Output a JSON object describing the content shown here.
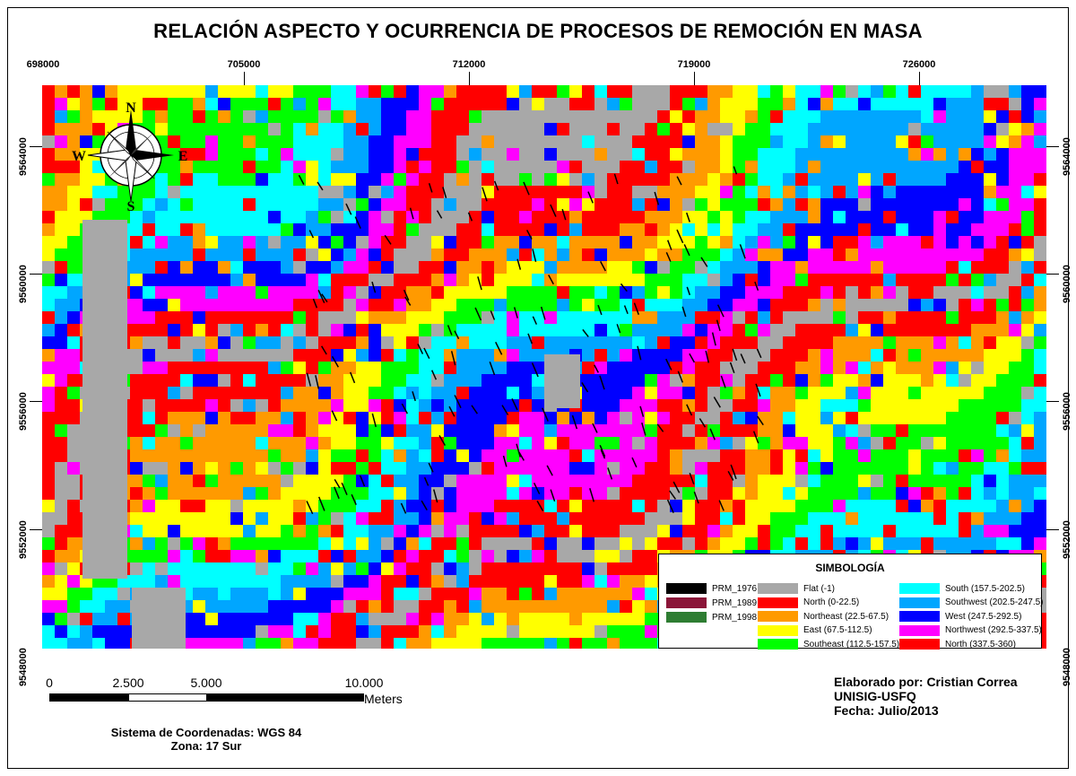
{
  "title": "RELACIÓN ASPECTO Y OCURRENCIA DE PROCESOS DE REMOCIÓN EN MASA",
  "x_ticks": [
    "698000",
    "705000",
    "712000",
    "719000",
    "726000"
  ],
  "y_ticks": [
    "9564000",
    "9560000",
    "9556000",
    "9552000",
    "9548000"
  ],
  "compass": {
    "n": "N",
    "s": "S",
    "e": "E",
    "w": "W"
  },
  "legend": {
    "title": "SIMBOLOGÍA",
    "prm": [
      {
        "label": "PRM_1976",
        "color": "#000000"
      },
      {
        "label": "PRM_1989",
        "color": "#8b1538"
      },
      {
        "label": "PRM_1998",
        "color": "#2e7d32"
      }
    ],
    "aspect_col1": [
      {
        "label": "Flat (-1)",
        "color": "#a8a8a8"
      },
      {
        "label": "North (0-22.5)",
        "color": "#ff0000"
      },
      {
        "label": "Northeast (22.5-67.5)",
        "color": "#ff9a00"
      },
      {
        "label": "East (67.5-112.5)",
        "color": "#ffff00"
      },
      {
        "label": "Southeast (112.5-157.5)",
        "color": "#00ff00"
      }
    ],
    "aspect_col2": [
      {
        "label": "South (157.5-202.5)",
        "color": "#00ffff"
      },
      {
        "label": "Southwest (202.5-247.5)",
        "color": "#00a6ff"
      },
      {
        "label": "West (247.5-292.5)",
        "color": "#0000ff"
      },
      {
        "label": "Northwest (292.5-337.5)",
        "color": "#ff00ff"
      },
      {
        "label": "North (337.5-360)",
        "color": "#ff0000"
      }
    ]
  },
  "scale": {
    "labels": [
      "0",
      "2.500",
      "5.000",
      "10.000"
    ],
    "unit": "Meters"
  },
  "coord_system": {
    "line1": "Sistema de Coordenadas: WGS 84",
    "line2": "Zona: 17 Sur"
  },
  "credits": {
    "author": "Elaborado por: Cristian Correa",
    "org": "UNISIG-USFQ",
    "date": "Fecha: Julio/2013"
  }
}
